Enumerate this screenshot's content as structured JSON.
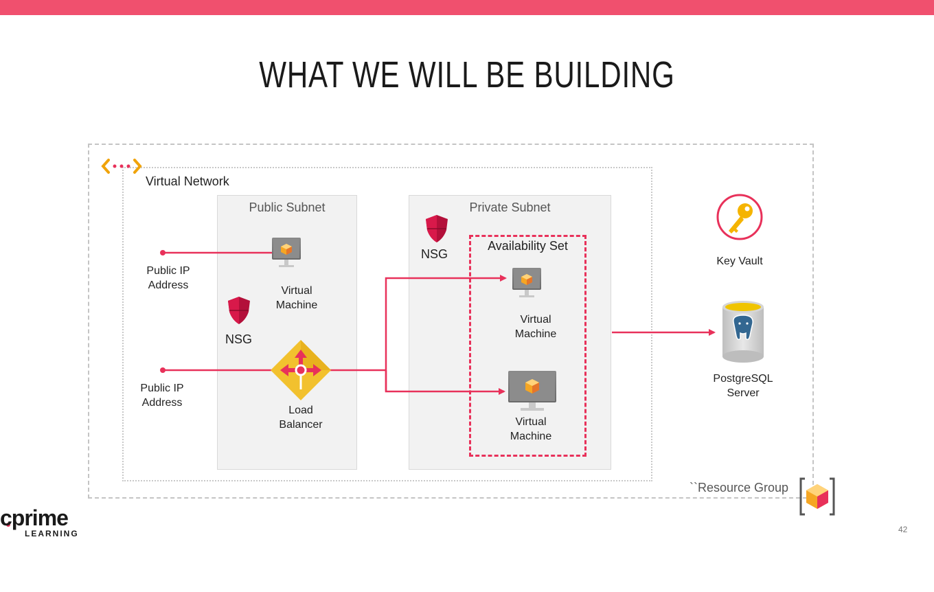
{
  "slide": {
    "title": "WHAT WE WILL BE BUILDING",
    "page_number": "42",
    "accent_color": "#f0506e",
    "arrow_color": "#e8315a"
  },
  "diagram": {
    "virtual_network_label": "Virtual Network",
    "public_subnet_label": "Public Subnet",
    "private_subnet_label": "Private Subnet",
    "availability_set_label": "Availability Set",
    "public_ip_1": [
      "Public IP",
      "Address"
    ],
    "public_ip_2": [
      "Public IP",
      "Address"
    ],
    "nsg_public": "NSG",
    "nsg_private": "NSG",
    "vm_public": [
      "Virtual",
      "Machine"
    ],
    "vm_private_1": [
      "Virtual",
      "Machine"
    ],
    "vm_private_2": [
      "Virtual",
      "Machine"
    ],
    "load_balancer": [
      "Load",
      "Balancer"
    ],
    "key_vault": "Key Vault",
    "postgres": [
      "PostgreSQL",
      "Server"
    ],
    "resource_group_label": "``Resource Group"
  },
  "logo": {
    "main": "cprime",
    "sub": "LEARNING"
  }
}
